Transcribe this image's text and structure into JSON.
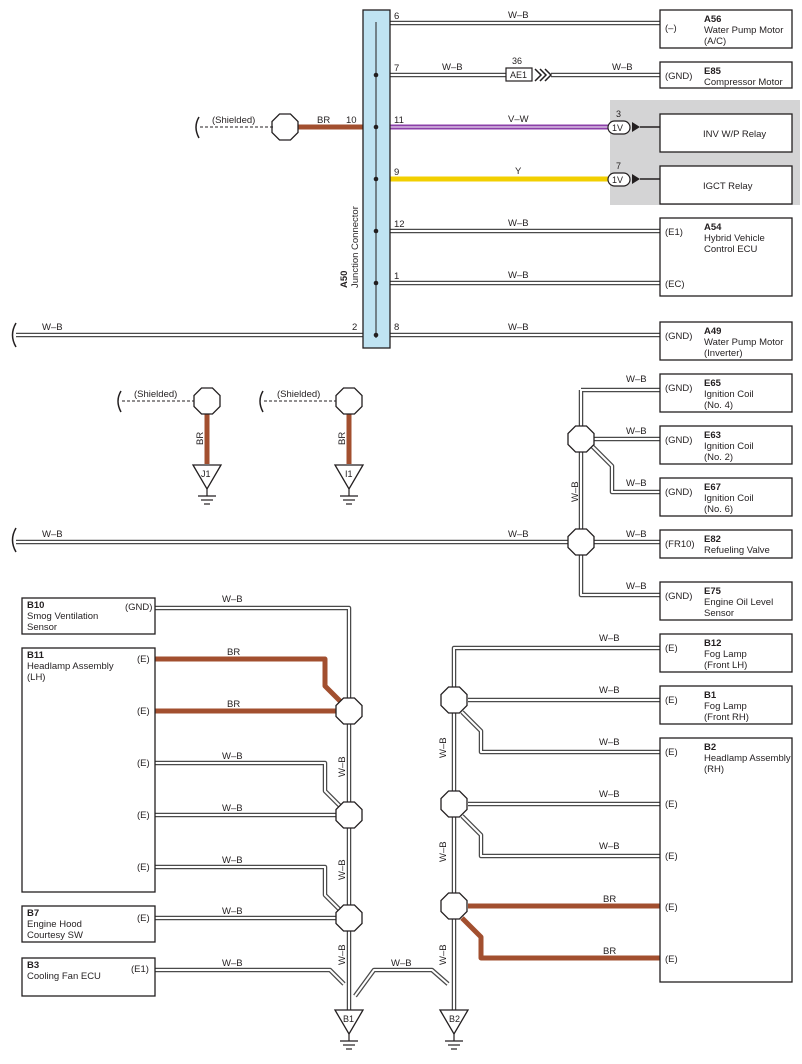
{
  "junction": {
    "code": "A50",
    "name": "Junction Connector",
    "color": "#bfe3f2"
  },
  "colors": {
    "wb": "#4a4a4a",
    "br": "#a24f2f",
    "vw": "#8b3fa8",
    "y": "#f2cf00",
    "relay_bg": "#d4d4d5"
  },
  "wires": {
    "wb": "W–B",
    "br": "BR",
    "vw": "V–W",
    "y": "Y",
    "shielded": "(Shielded)"
  },
  "pins": {
    "p6": "6",
    "p7": "7",
    "p10": "10",
    "p11": "11",
    "p9": "9",
    "p12": "12",
    "p1": "1",
    "p2": "2",
    "p8": "8",
    "ae1_pin": "36",
    "relay1_pin": "3",
    "relay2_pin": "7"
  },
  "connectors": {
    "ae1": "AE1",
    "onev": "1V",
    "j1": "J1",
    "i1": "I1",
    "b1": "B1",
    "b2": "B2"
  },
  "components": {
    "a56": {
      "code": "A56",
      "l1": "Water Pump Motor",
      "l2": "(A/C)",
      "term": "(–)"
    },
    "e85": {
      "code": "E85",
      "l1": "Compressor Motor",
      "term": "(GND)"
    },
    "inv": {
      "l1": "INV W/P Relay"
    },
    "igct": {
      "l1": "IGCT Relay"
    },
    "a54": {
      "code": "A54",
      "l1": "Hybrid Vehicle",
      "l2": "Control ECU",
      "term1": "(E1)",
      "term2": "(EC)"
    },
    "a49": {
      "code": "A49",
      "l1": "Water Pump Motor",
      "l2": "(Inverter)",
      "term": "(GND)"
    },
    "e65": {
      "code": "E65",
      "l1": "Ignition Coil",
      "l2": "(No. 4)",
      "term": "(GND)"
    },
    "e63": {
      "code": "E63",
      "l1": "Ignition Coil",
      "l2": "(No. 2)",
      "term": "(GND)"
    },
    "e67": {
      "code": "E67",
      "l1": "Ignition Coil",
      "l2": "(No. 6)",
      "term": "(GND)"
    },
    "e82": {
      "code": "E82",
      "l1": "Refueling Valve",
      "term": "(FR10)"
    },
    "e75": {
      "code": "E75",
      "l1": "Engine Oil Level",
      "l2": "Sensor",
      "term": "(GND)"
    },
    "b10": {
      "code": "B10",
      "l1": "Smog Ventilation",
      "l2": "Sensor",
      "term": "(GND)"
    },
    "b11": {
      "code": "B11",
      "l1": "Headlamp Assembly",
      "l2": "(LH)",
      "term": "(E)"
    },
    "b7": {
      "code": "B7",
      "l1": "Engine Hood",
      "l2": "Courtesy SW",
      "term": "(E)"
    },
    "b3": {
      "code": "B3",
      "l1": "Cooling Fan ECU",
      "term": "(E1)"
    },
    "b12": {
      "code": "B12",
      "l1": "Fog Lamp",
      "l2": "(Front LH)",
      "term": "(E)"
    },
    "b1": {
      "code": "B1",
      "l1": "Fog Lamp",
      "l2": "(Front RH)",
      "term": "(E)"
    },
    "b2": {
      "code": "B2",
      "l1": "Headlamp Assembly",
      "l2": "(RH)",
      "term": "(E)"
    }
  }
}
